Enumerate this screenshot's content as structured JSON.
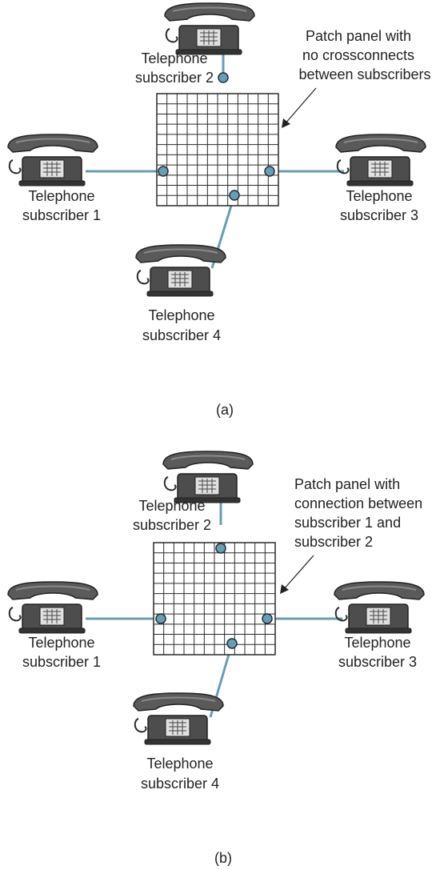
{
  "panel_a": {
    "caption": "(a)",
    "note": [
      "Patch panel with",
      "no crossconnects",
      "between subscribers"
    ],
    "subscribers": [
      [
        "Telephone",
        "subscriber 1"
      ],
      [
        "Telephone",
        "subscriber 2"
      ],
      [
        "Telephone",
        "subscriber 3"
      ],
      [
        "Telephone",
        "subscriber 4"
      ]
    ]
  },
  "panel_b": {
    "caption": "(b)",
    "note": [
      "Patch panel with",
      "connection between",
      "subscriber 1 and",
      "subscriber 2"
    ],
    "subscribers": [
      [
        "Telephone",
        "subscriber 1"
      ],
      [
        "Telephone",
        "subscriber 2"
      ],
      [
        "Telephone",
        "subscriber 3"
      ],
      [
        "Telephone",
        "subscriber 4"
      ]
    ]
  },
  "colors": {
    "wire": "#6a9cb2",
    "phone_body": "#5a5a5a",
    "phone_dark": "#3a3a3a",
    "grid": "#2a2a2a"
  },
  "icons": [
    "telephone-icon",
    "patch-panel-grid",
    "port-connector"
  ]
}
